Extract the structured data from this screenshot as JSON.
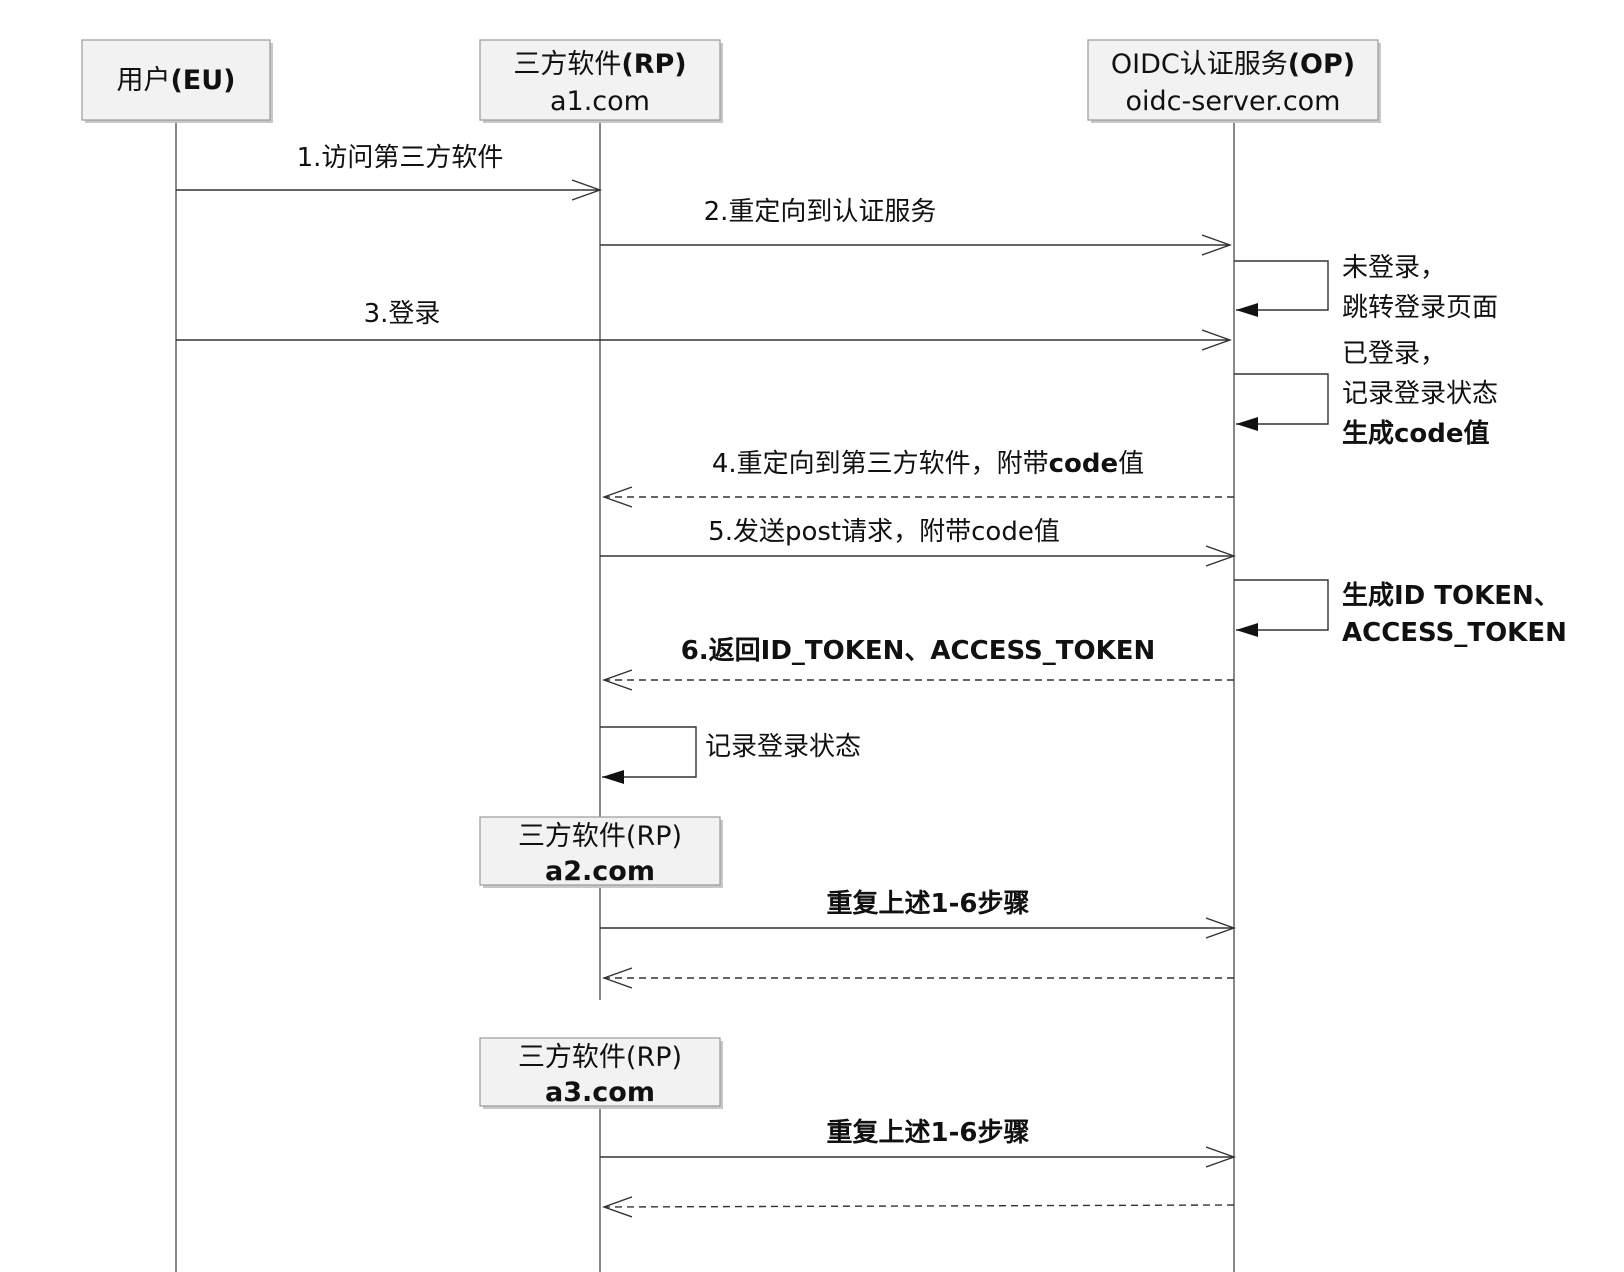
{
  "participants": {
    "eu": {
      "name": "用户",
      "tag": "(EU)"
    },
    "rp": {
      "name": "三方软件",
      "tag": "(RP)",
      "domain": "a1.com"
    },
    "op": {
      "name": "OIDC认证服务",
      "tag": "(OP)",
      "domain": "oidc-server.com"
    }
  },
  "rp_instances": [
    {
      "name": "三方软件(RP)",
      "domain": "a2.com"
    },
    {
      "name": "三方软件(RP)",
      "domain": "a3.com"
    }
  ],
  "messages": [
    {
      "id": "m1",
      "label": "1.访问第三方软件",
      "from": "eu",
      "to": "rp",
      "dashed": false,
      "bold": false
    },
    {
      "id": "m2",
      "label": "2.重定向到认证服务",
      "from": "rp",
      "to": "op",
      "dashed": false,
      "bold": false
    },
    {
      "id": "m3",
      "label": "3.登录",
      "from": "eu",
      "to": "op",
      "dashed": false,
      "bold": false
    },
    {
      "id": "m4",
      "label_prefix": "4.重定向到第三方软件，附带",
      "label_bold": "code",
      "label_suffix": "值",
      "from": "op",
      "to": "rp",
      "dashed": true
    },
    {
      "id": "m5",
      "label": "5.发送post请求，附带code值",
      "from": "rp",
      "to": "op",
      "dashed": false,
      "bold": false
    },
    {
      "id": "m6",
      "label": "6.返回ID_TOKEN、ACCESS_TOKEN",
      "from": "op",
      "to": "rp",
      "dashed": true,
      "bold": true
    },
    {
      "id": "m7",
      "label": "重复上述1-6步骤",
      "from": "rp",
      "to": "op",
      "dashed": false,
      "bold": true
    },
    {
      "id": "m8",
      "label": "",
      "from": "op",
      "to": "rp",
      "dashed": true,
      "bold": false
    },
    {
      "id": "m9",
      "label": "重复上述1-6步骤",
      "from": "rp",
      "to": "op",
      "dashed": false,
      "bold": true
    },
    {
      "id": "m10",
      "label": "",
      "from": "op",
      "to": "rp",
      "dashed": true,
      "bold": false
    }
  ],
  "self_notes": {
    "op_not_logged": [
      "未登录，",
      "跳转登录页面"
    ],
    "op_logged": [
      "已登录，",
      "记录登录状态"
    ],
    "op_logged_bold": "生成code值",
    "op_token": [
      "生成ID TOKEN、",
      "ACCESS_TOKEN"
    ],
    "rp_record": "记录登录状态"
  }
}
